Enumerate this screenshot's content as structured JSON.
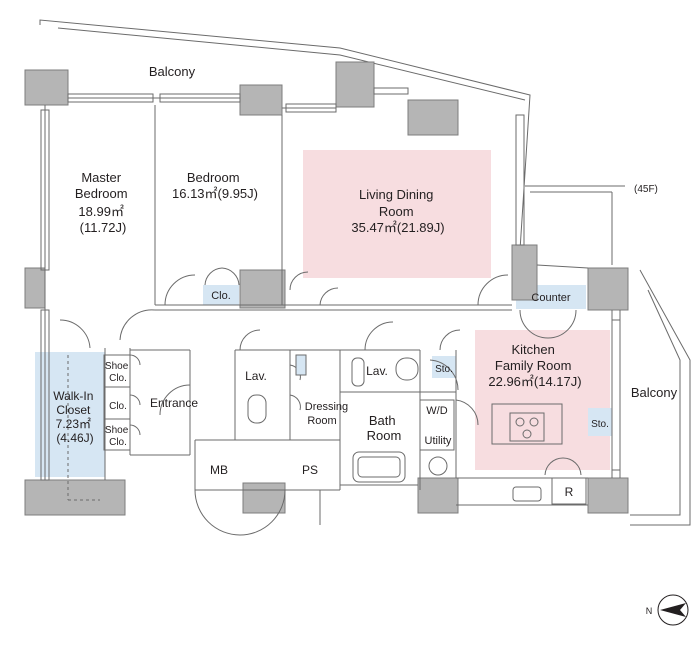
{
  "colors": {
    "living_highlight": "#f7dde0",
    "closet_highlight": "#d6e6f3",
    "wall": "#b5b5b5",
    "outline": "#6b6b6b",
    "text": "#231f20"
  },
  "rooms": {
    "balcony_top": "Balcony",
    "master": {
      "name1": "Master",
      "name2": "Bedroom",
      "area": "18.99㎡",
      "jo": "(11.72J)"
    },
    "bedroom": {
      "name": "Bedroom",
      "area": "16.13㎡(9.95J)"
    },
    "living": {
      "name1": "Living Dining",
      "name2": "Room",
      "area": "35.47㎡(21.89J)"
    },
    "floor_ref": "(45F)",
    "counter": "Counter",
    "kitchen": {
      "name1": "Kitchen",
      "name2": "Family Room",
      "area": "22.96㎡(14.17J)"
    },
    "balcony_right": "Balcony",
    "walkin": {
      "name1": "Walk-In",
      "name2": "Closet",
      "area": "7.23㎡",
      "jo": "(4.46J)"
    },
    "shoe_clo_1": {
      "l1": "Shoe",
      "l2": "Clo."
    },
    "clo_mid": "Clo.",
    "shoe_clo_2": {
      "l1": "Shoe",
      "l2": "Clo."
    },
    "entrance": "Entrance",
    "clo_bedroom": "Clo.",
    "lav1": "Lav.",
    "lav2": "Lav.",
    "dressing": {
      "l1": "Dressing",
      "l2": "Room"
    },
    "bath": {
      "l1": "Bath",
      "l2": "Room"
    },
    "wd": "W/D",
    "utility": "Utility",
    "sto1": "Sto.",
    "sto2": "Sto.",
    "mb": "MB",
    "ps": "PS",
    "fridge": "R"
  },
  "compass": {
    "letter": "N"
  }
}
